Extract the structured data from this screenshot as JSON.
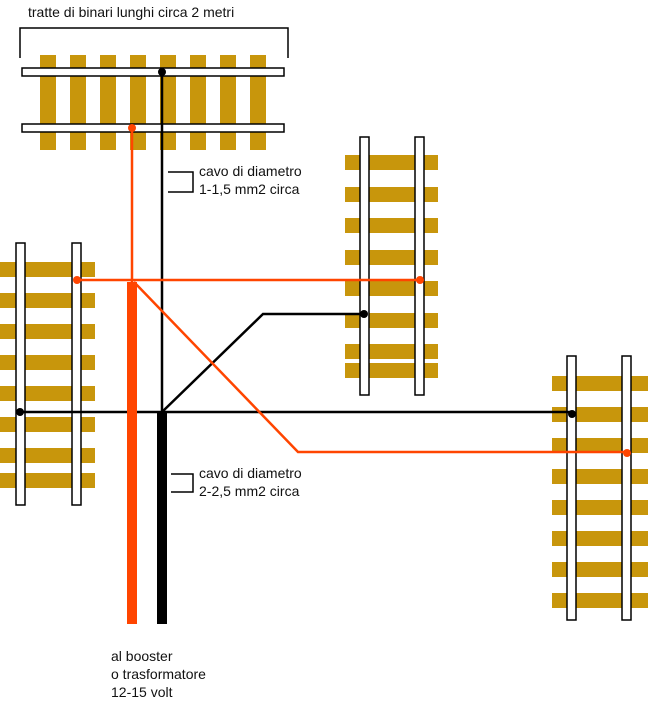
{
  "labels": {
    "top": "tratte di binari lunghi circa 2 metri",
    "thin_cable_line1": "cavo di diametro",
    "thin_cable_line2": "1-1,5 mm2 circa",
    "thick_cable_line1": "cavo di diametro",
    "thick_cable_line2": "2-2,5 mm2 circa",
    "booster_line1": "al booster",
    "booster_line2": "o trasformatore",
    "booster_line3": "12-15 volt"
  },
  "colors": {
    "sleeper": "#C8960C",
    "rail_fill": "#ffffff",
    "rail_stroke": "#000000",
    "feeder_red": "#FF4500",
    "feeder_black": "#000000"
  }
}
